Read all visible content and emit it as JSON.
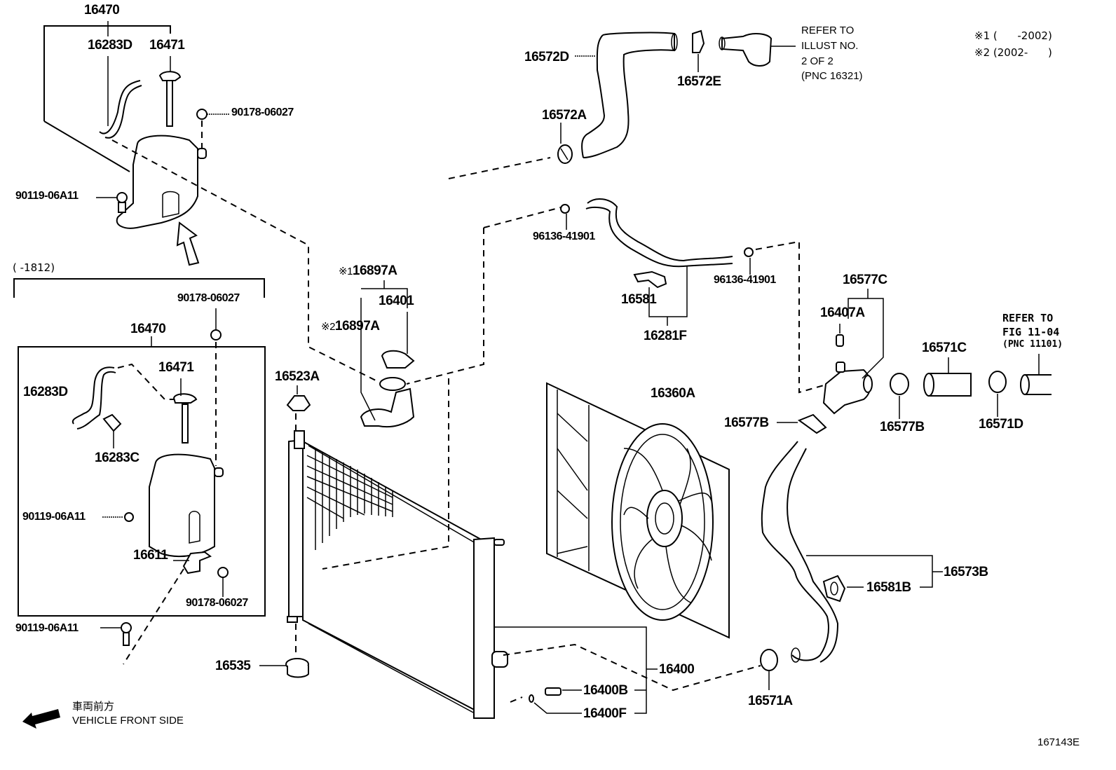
{
  "diagram": {
    "title_code": "167143E",
    "notes": [
      {
        "symbol": "※1",
        "range": "(      -2002)"
      },
      {
        "symbol": "※2",
        "range": "(2002-      )"
      }
    ],
    "variant_range": "(      -1812)",
    "vehicle_front": {
      "jp": "車両前方",
      "en": "VEHICLE FRONT SIDE"
    },
    "refer_top": [
      "REFER TO",
      "ILLUST NO.",
      "2 OF 2",
      "(PNC 16321)"
    ],
    "refer_right": [
      "REFER TO",
      "FIG 11-04",
      "(PNC 11101)"
    ],
    "labels": {
      "p16470_top": "16470",
      "p16283D_top": "16283D",
      "p16471_top": "16471",
      "p90178_top": "90178-06027",
      "p90119_top": "90119-06A11",
      "p16470_box": "16470",
      "p90178_box_top": "90178-06027",
      "p16471_box": "16471",
      "p16283D_box": "16283D",
      "p16283C_box": "16283C",
      "p90119_box": "90119-06A11",
      "p16611_box": "16611",
      "p90178_box_bottom": "90178-06027",
      "p90119_bottom": "90119-06A11",
      "p16535": "16535",
      "p16523A": "16523A",
      "p16897A_1": "16897A",
      "p16401": "16401",
      "p16897A_2": "16897A",
      "p16572D": "16572D",
      "p16572E": "16572E",
      "p16572A": "16572A",
      "p96136_left": "96136-41901",
      "p96136_right": "96136-41901",
      "p16581": "16581",
      "p16281F": "16281F",
      "p16577C": "16577C",
      "p16407A": "16407A",
      "p16571C": "16571C",
      "p16577B_left": "16577B",
      "p16577B_right": "16577B",
      "p16571D": "16571D",
      "p16360A": "16360A",
      "p16573B": "16573B",
      "p16581B": "16581B",
      "p16400": "16400",
      "p16400B": "16400B",
      "p16400F": "16400F",
      "p16571A": "16571A"
    }
  }
}
